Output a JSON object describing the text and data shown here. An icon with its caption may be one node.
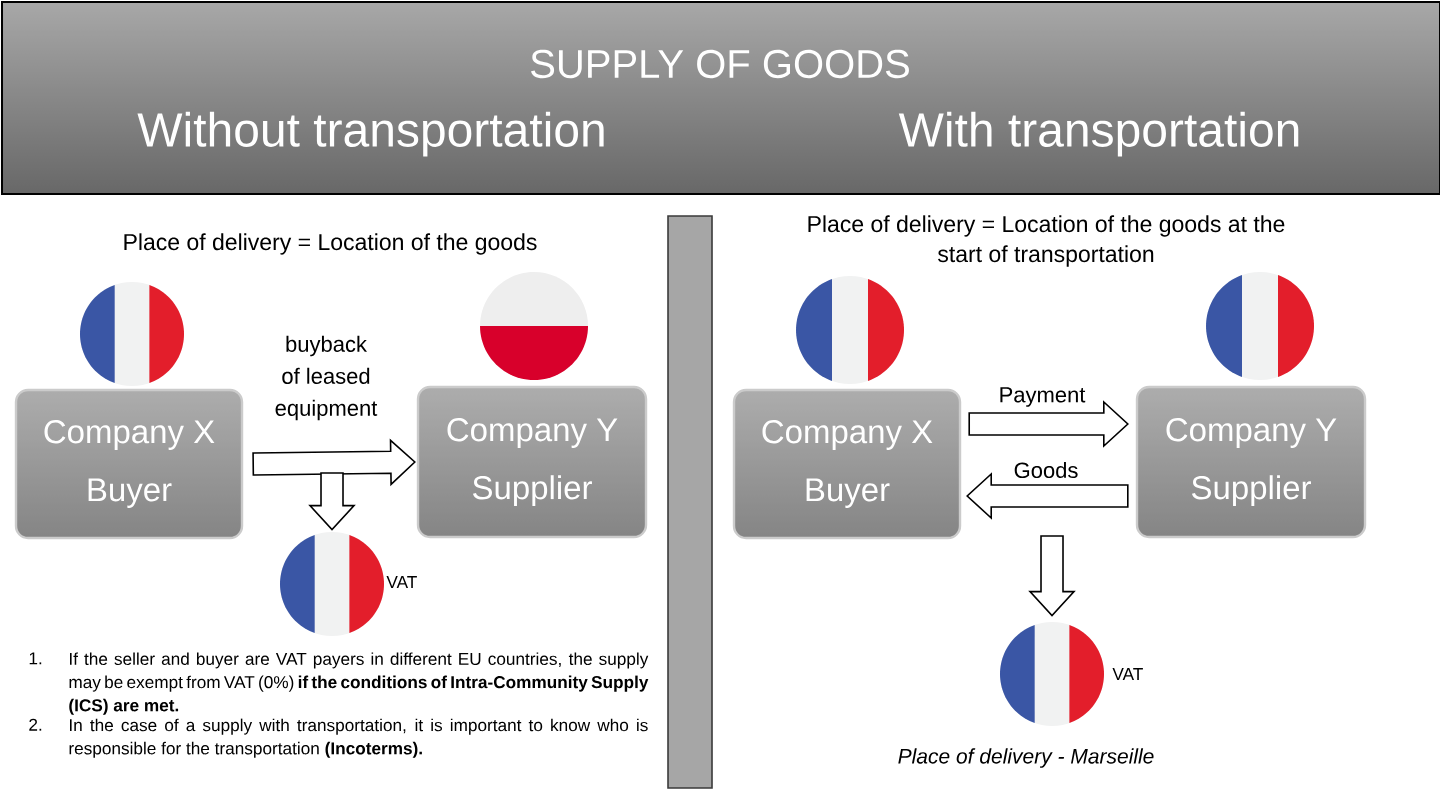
{
  "diagram": {
    "nodes": [
      {
        "text": [
          "SUPPLY OF GOODS",
          "Without transportation",
          "With transportation"
        ]
      },
      {
        "text": [
          "Company X Buyer"
        ]
      },
      {
        "text": [
          "Company Y Supplier"
        ]
      },
      {
        "text": [],
        "shape": "circle",
        "beside": [
          "VAT"
        ]
      },
      {
        "text": [
          "Company X Buyer"
        ]
      },
      {
        "text": [
          "Company Y Supplier"
        ]
      },
      {
        "text": [],
        "shape": "circle",
        "beside": [
          "VAT"
        ]
      },
      {
        "text": [],
        "shape": "bar"
      }
    ],
    "edges": [
      {
        "from": 1,
        "to": 2,
        "arrow": "to",
        "label": "buyback of leased equipment"
      },
      {
        "from": null,
        "to": 3,
        "arrow": "to"
      },
      {
        "from": 4,
        "to": 5,
        "arrow": "to",
        "label": "Payment"
      },
      {
        "from": 5,
        "to": 4,
        "arrow": "to",
        "label": "Goods"
      },
      {
        "from": null,
        "to": 6,
        "arrow": "to"
      }
    ],
    "labels": [
      "Place of delivery = Location of the goods",
      "1.",
      "If the seller and buyer are VAT payers in different EU countries, the supply may be exempt from VAT (0%) **if the conditions of Intra-Community Supply (ICS) are met.**",
      "2.",
      "In the case of a supply with transportation, it is important to know who is responsible for the transportation **(Incoterms).**",
      "Place of delivery = Location of the goods at the start of transportation",
      "Place of delivery - Marseille"
    ]
  }
}
